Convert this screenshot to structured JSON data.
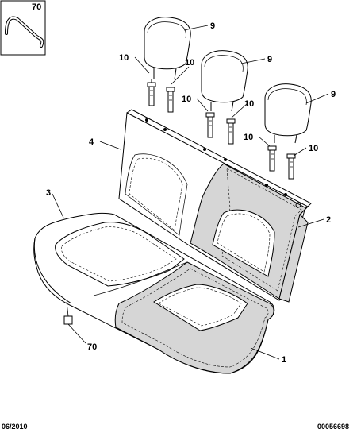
{
  "inset": {
    "label": "70"
  },
  "callouts": {
    "headrest_left": "9",
    "headrest_mid": "9",
    "headrest_right": "9",
    "guide_1": "10",
    "guide_2": "10",
    "guide_3": "10",
    "guide_4": "10",
    "guide_5": "10",
    "guide_6": "10",
    "backrest_frame": "4",
    "backrest_cover": "2",
    "cushion_frame": "3",
    "cushion_cover": "1",
    "clip": "70"
  },
  "footer": {
    "date": "06/2010",
    "ref": "00056698"
  }
}
